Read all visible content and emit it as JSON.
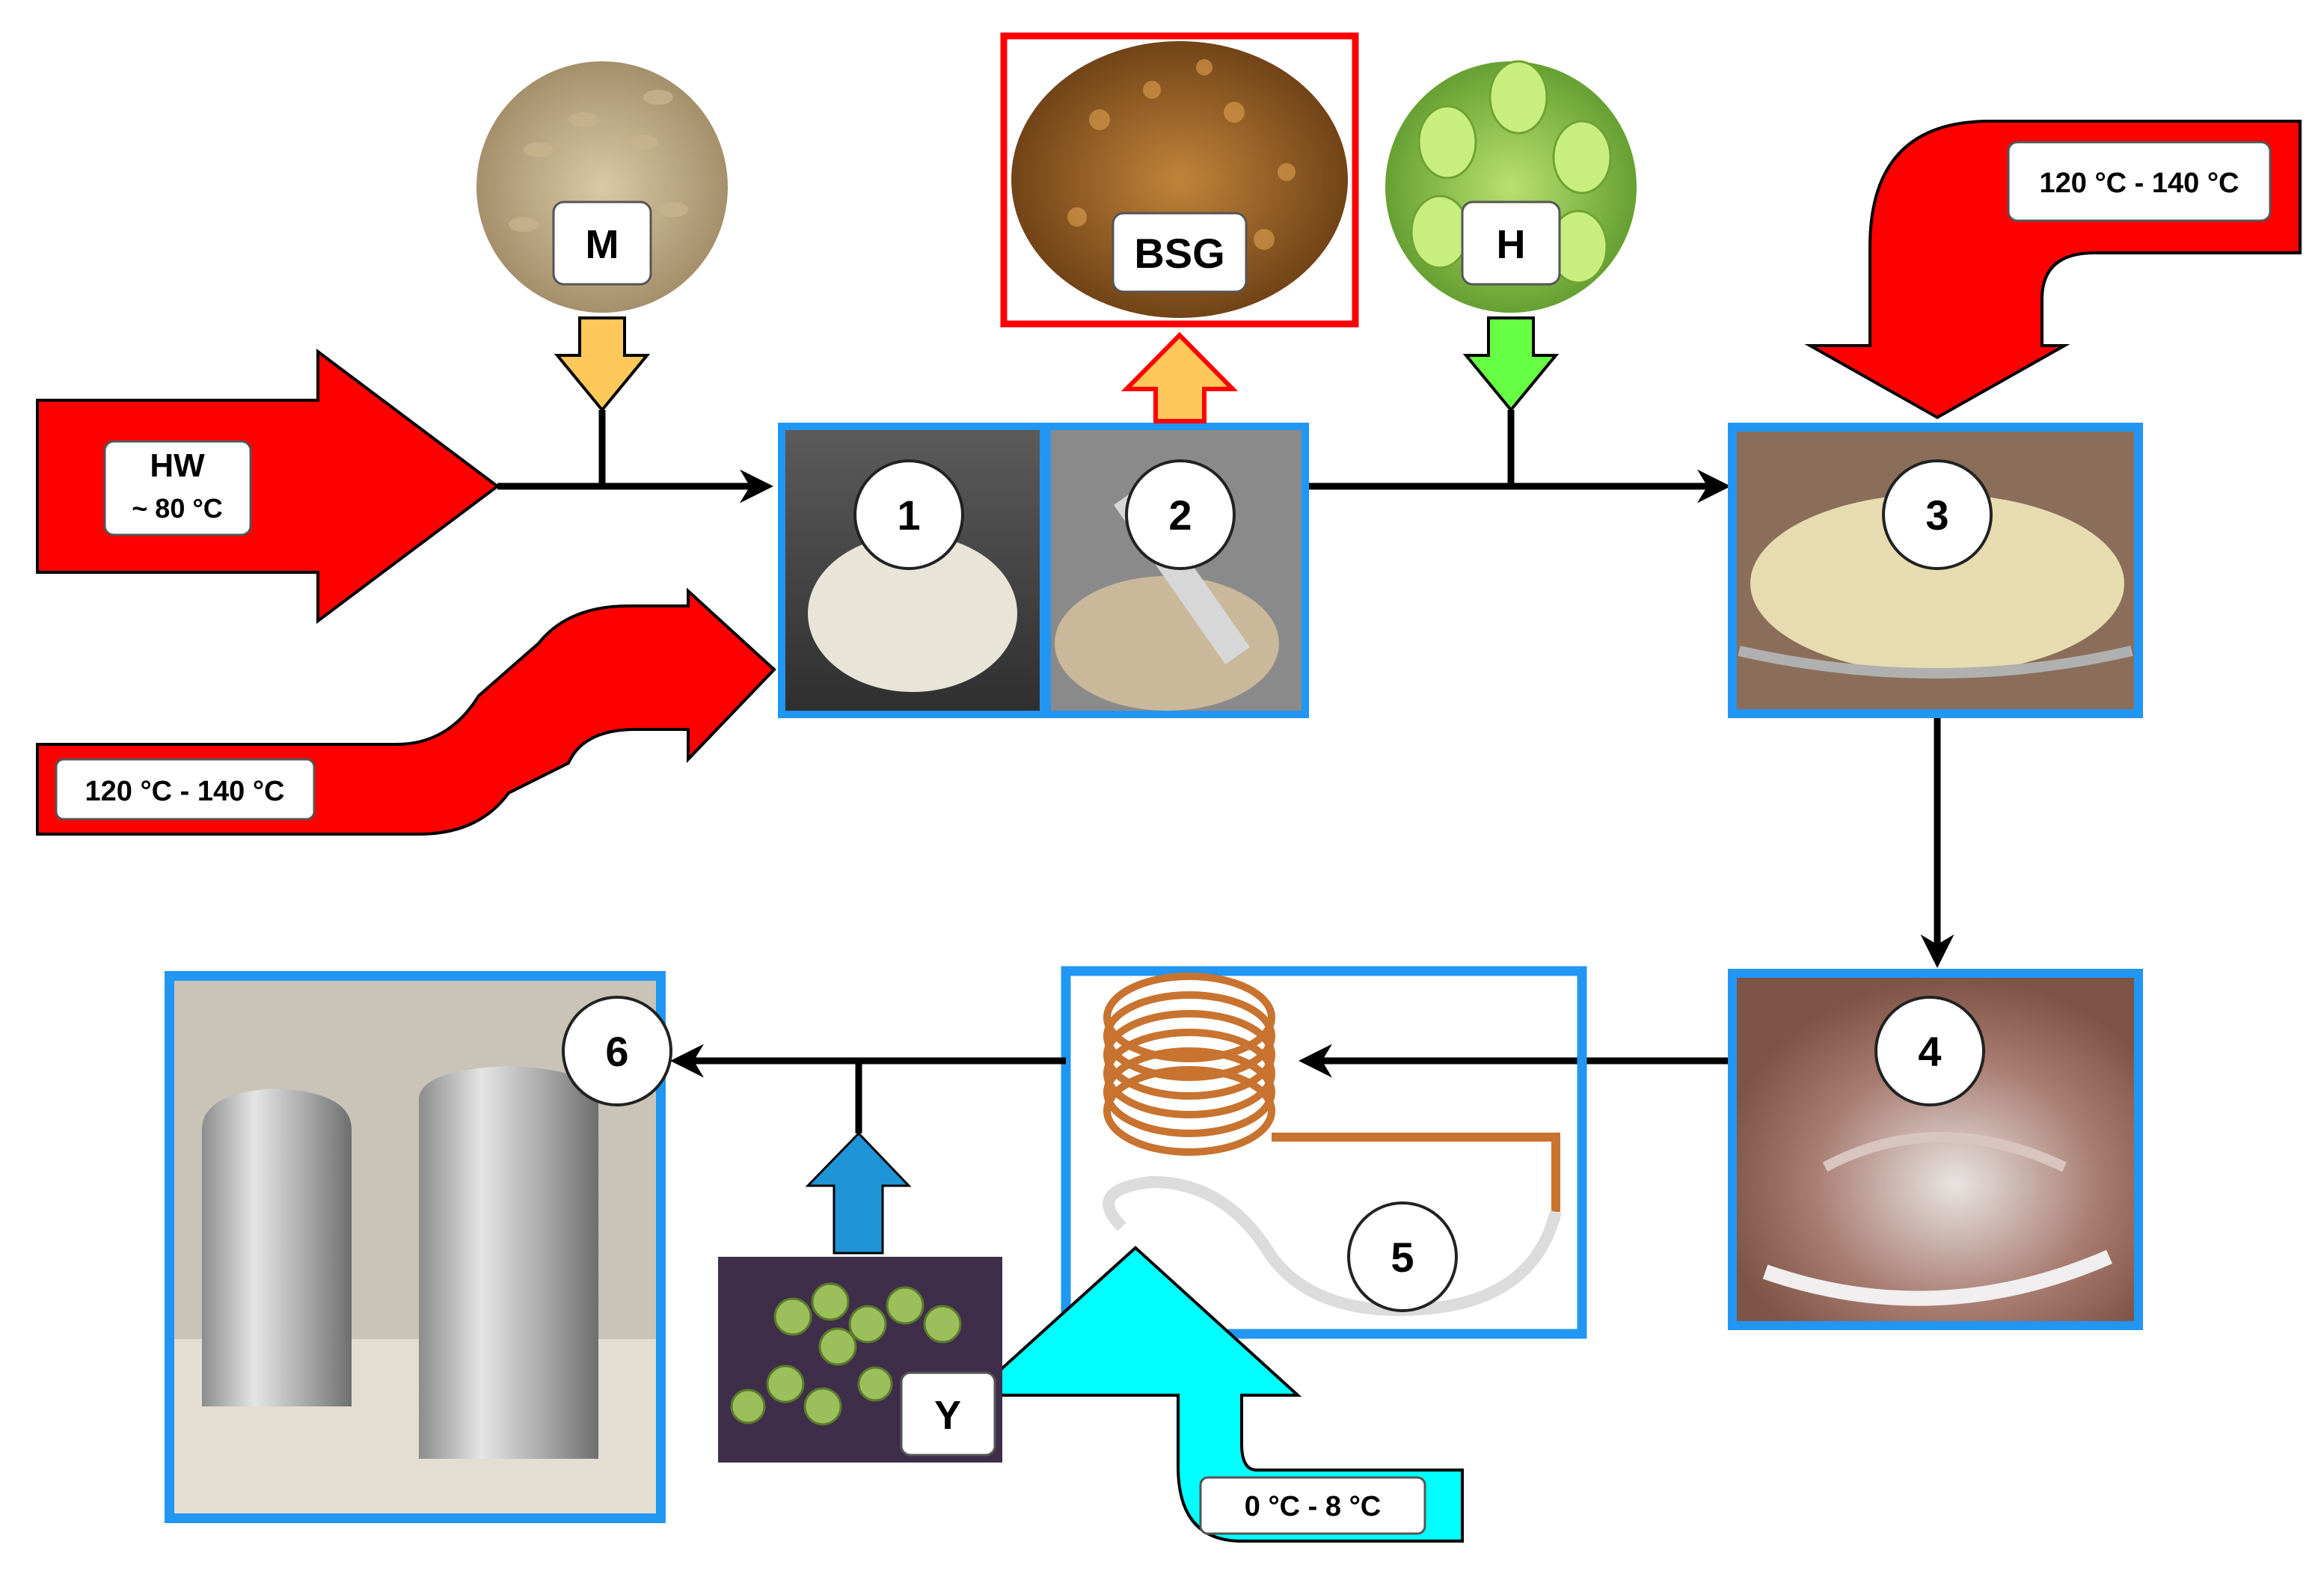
{
  "inputs": {
    "hot_water": {
      "label": "HW",
      "temp": "~ 80 °C"
    },
    "malt": {
      "label": "M"
    },
    "spent_grain": {
      "label": "BSG"
    },
    "hops": {
      "label": "H"
    },
    "yeast": {
      "label": "Y"
    }
  },
  "heat": {
    "mash_heat": "120 °C - 140 °C",
    "boil_heat": "120 °C - 140 °C",
    "cooling": "0 °C - 8 °C"
  },
  "steps": [
    "1",
    "2",
    "3",
    "4",
    "5",
    "6"
  ],
  "colors": {
    "heat_arrow": "#ff0000",
    "cooling_arrow": "#00ffff",
    "step_border": "#2196f3",
    "bsg_border": "#ff0000",
    "malt_arrow": "#ffc85a",
    "hop_arrow": "#66ff44",
    "yeast_arrow": "#1f95d8"
  }
}
